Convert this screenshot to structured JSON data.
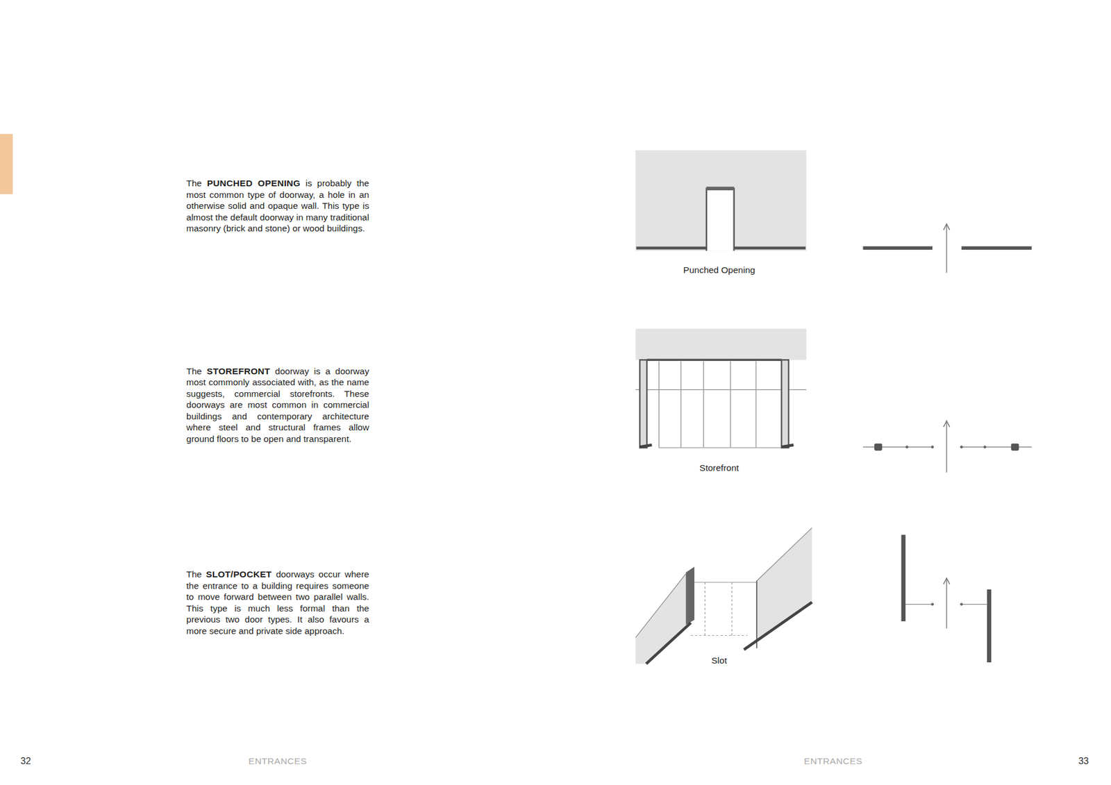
{
  "diagram": {
    "labels": [
      "The PUNCHED OPENING  is probably the most common type of doorway, a hole in an otherwise solid and opaque wall. This type is almost the default doorway in many traditional masonry (brick and stone) or wood buildings.",
      "Punched Opening",
      "The STOREFRONT doorway is a doorway most commonly associated with, as the name suggests, commercial storefronts. These doorways are most common in commercial buildings and contemporary architecture where steel and structural frames allow ground floors to be open and transparent.",
      "Storefront",
      "The SLOT/POCKET doorways occur where the entrance to a building requires someone to move forward between two parallel walls. This type is much less formal than the previous two door types. It also favours a more secure and private side approach.",
      "Slot",
      "32",
      "ENTRANCES",
      "ENTRANCES",
      "33"
    ]
  }
}
